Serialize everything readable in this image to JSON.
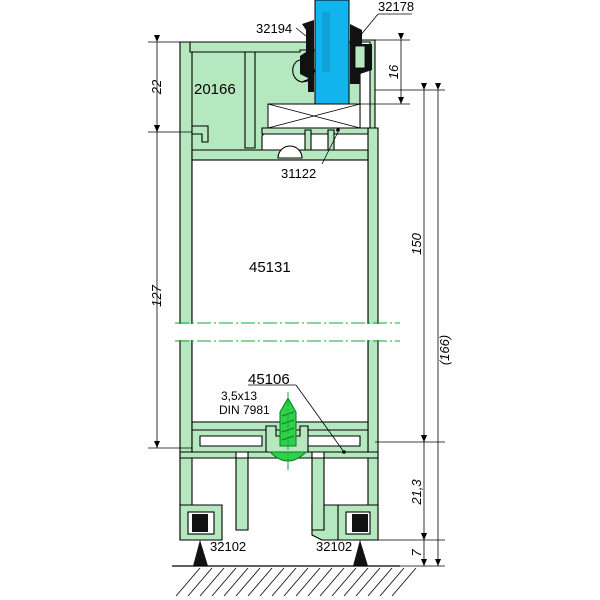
{
  "labels": {
    "gasket_outer": "32194",
    "gasket_inner": "32178",
    "top_profile": "20166",
    "glazing_bead": "31122",
    "main_profile": "45131",
    "bottom_profile": "45106",
    "screw_size": "3,5x13",
    "screw_norm": "DIN 7981",
    "seal_left": "32102",
    "seal_right": "32102"
  },
  "dimensions": {
    "left_top": "22",
    "left_main": "127",
    "right_glass": "16",
    "right_150": "150",
    "right_total": "(166)",
    "right_21": "21,3",
    "right_7": "7"
  },
  "colors": {
    "profile_fill": "#b5e8bf",
    "glass": "#12b4ee",
    "gasket": "#111111",
    "screw": "#2ed24a"
  }
}
